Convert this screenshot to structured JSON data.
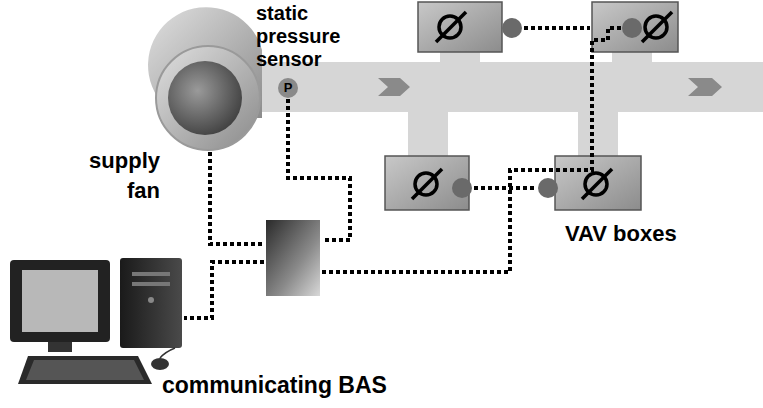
{
  "diagram": {
    "nodes": [
      {
        "text": [
          "supply fan"
        ]
      },
      {
        "text": [
          "P",
          "static pressure sensor"
        ]
      },
      {
        "text": [
          "communicating BAS"
        ]
      }
    ],
    "labels": [
      "VAV boxes"
    ]
  }
}
